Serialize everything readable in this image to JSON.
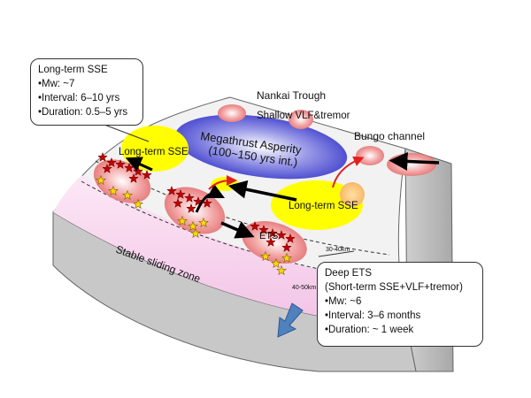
{
  "labels": {
    "nankai_trough": "Nankai Trough",
    "shallow_vlf": "Shallow VLF&tremor",
    "bungo_channel": "Bungo channel",
    "megathrust_line1": "Megathrust Asperity",
    "megathrust_line2": "(100~150 yrs int.)",
    "long_term_sse_left": "Long-term SSE",
    "long_term_sse_right": "Long-term SSE",
    "ets": "ETS",
    "stable_sliding_zone": "Stable sliding zone",
    "depth_30_40": "30-40km",
    "depth_40_50": "40-50km"
  },
  "callout_long_term": {
    "title": "Long-term SSE",
    "mw": "•Mw: ~7",
    "interval": "•Interval: 6–10 yrs",
    "duration": "•Duration: 0.5–5 yrs"
  },
  "callout_deep_ets": {
    "title": "Deep ETS",
    "subtitle": "(Short-term SSE+VLF+tremor)",
    "mw": "•Mw: ~6",
    "interval": "•Interval: 3–6 months",
    "duration": "•Duration: ~ 1 week"
  },
  "colors": {
    "sse_yellow": "#ffff00",
    "asperity_blue": "#3333cc",
    "ets_pink": "#f08080",
    "tremor_red": "#c00000",
    "vlf_star": "#ffd700",
    "stable_zone": "#f8d8f0",
    "arrow_blue": "#4f81bd"
  }
}
